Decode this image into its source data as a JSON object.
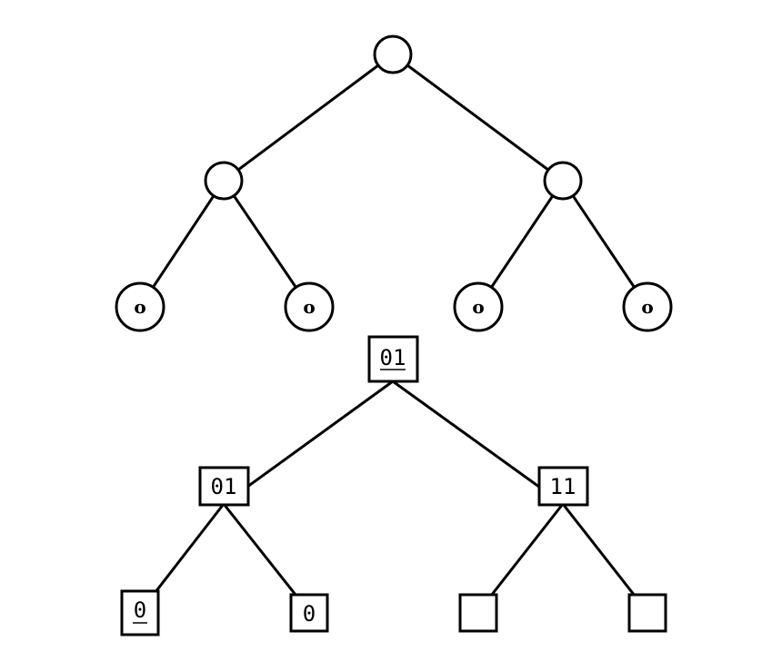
{
  "top_tree": {
    "nodes": [
      {
        "id": "t-root",
        "label": ""
      },
      {
        "id": "t-left",
        "label": ""
      },
      {
        "id": "t-right",
        "label": ""
      },
      {
        "id": "t-ll",
        "label": "o"
      },
      {
        "id": "t-lr",
        "label": "o"
      },
      {
        "id": "t-rl",
        "label": "o"
      },
      {
        "id": "t-rr",
        "label": "o"
      }
    ]
  },
  "bottom_tree": {
    "nodes": [
      {
        "id": "b-root",
        "label": "01",
        "underline": true
      },
      {
        "id": "b-left",
        "label": "01",
        "underline": false
      },
      {
        "id": "b-right",
        "label": "11",
        "underline": false
      },
      {
        "id": "b-ll",
        "label": "0",
        "underline": true
      },
      {
        "id": "b-lr",
        "label": "0",
        "underline": false
      },
      {
        "id": "b-rl",
        "label": "",
        "underline": false
      },
      {
        "id": "b-rr",
        "label": "",
        "underline": false
      }
    ]
  }
}
